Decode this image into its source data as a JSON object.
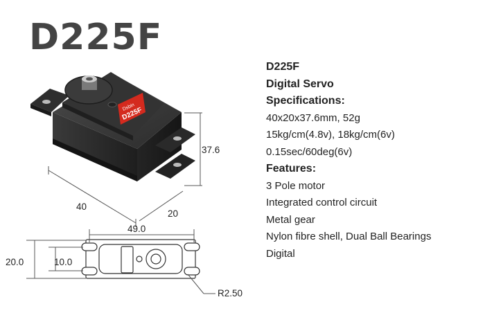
{
  "product": {
    "title": "D225F",
    "model": "D225F",
    "subtitle": "Digital Servo",
    "specs_heading": "Specifications:",
    "specs": [
      "40x20x37.6mm, 52g",
      "15kg/cm(4.8v), 18kg/cm(6v)",
      "0.15sec/60deg(6v)"
    ],
    "features_heading": "Features:",
    "features": [
      "3 Pole motor",
      "Integrated control circuit",
      "Metal gear",
      "Nylon fibre shell, Dual Ball Bearings",
      "Digital"
    ]
  },
  "servo_label": {
    "brand": "Dsbin",
    "model": "D225F"
  },
  "dimensions": {
    "height": "37.6",
    "length": "40",
    "width": "20",
    "top_length": "49.0",
    "outer_width": "20.0",
    "inner_width": "10.0",
    "hole_radius": "R2.50"
  },
  "colors": {
    "body": "#2a2a2a",
    "label_red": "#d42a1e",
    "title_gray": "#444444"
  }
}
